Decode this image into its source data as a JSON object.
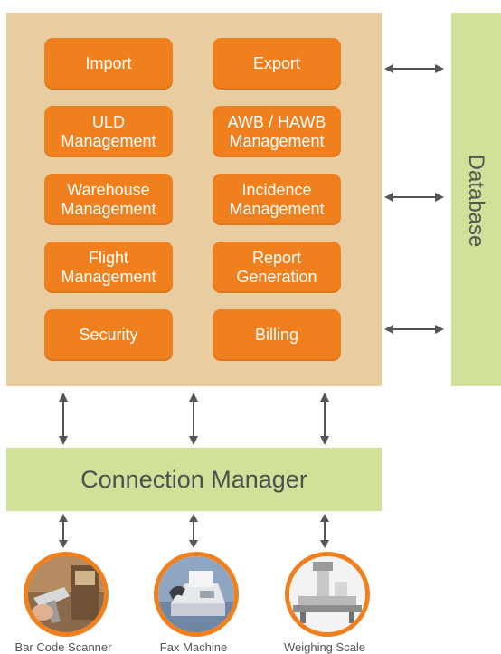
{
  "colors": {
    "panel": "#e7cd9f",
    "module": "#f0801e",
    "module_text": "#ffffff",
    "green": "#d1e199",
    "arrow": "#555555",
    "label_text": "#555555"
  },
  "modules": [
    {
      "line1": "Import",
      "line2": ""
    },
    {
      "line1": "Export",
      "line2": ""
    },
    {
      "line1": "ULD",
      "line2": "Management"
    },
    {
      "line1": "AWB / HAWB",
      "line2": "Management"
    },
    {
      "line1": "Warehouse",
      "line2": "Management"
    },
    {
      "line1": "Incidence",
      "line2": "Management"
    },
    {
      "line1": "Flight",
      "line2": "Management"
    },
    {
      "line1": "Report",
      "line2": "Generation"
    },
    {
      "line1": "Security",
      "line2": ""
    },
    {
      "line1": "Billing",
      "line2": ""
    }
  ],
  "database": {
    "label": "Database"
  },
  "connection_manager": {
    "label": "Connection Manager"
  },
  "devices": [
    {
      "label": "Bar Code Scanner",
      "icon": "barcode-scanner-icon"
    },
    {
      "label": "Fax Machine",
      "icon": "fax-machine-icon"
    },
    {
      "label": "Weighing Scale",
      "icon": "weighing-scale-icon"
    }
  ]
}
